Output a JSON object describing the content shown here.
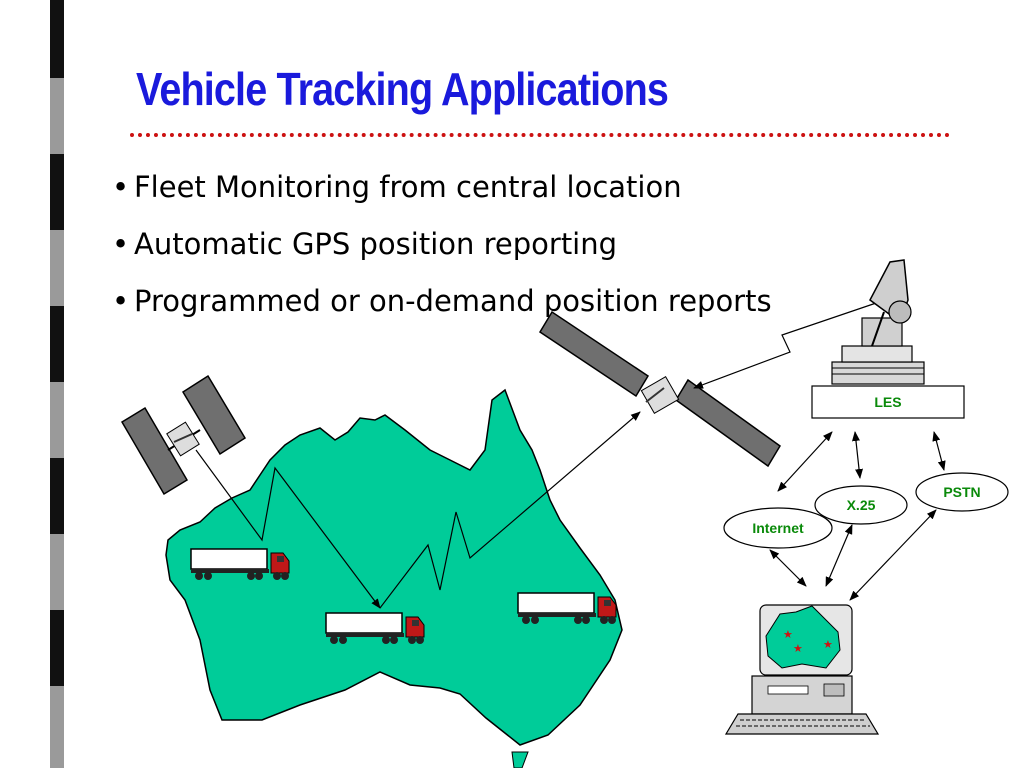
{
  "slide": {
    "title": "Vehicle Tracking Applications",
    "bullets": [
      "Fleet Monitoring from central location",
      "Automatic GPS position reporting",
      "Programmed or on-demand position reports"
    ]
  },
  "diagram": {
    "les_label": "LES",
    "network_labels": [
      "Internet",
      "X.25",
      "PSTN"
    ]
  },
  "colors": {
    "title": "#1a1adc",
    "rule": "#cc1111",
    "map": "#00cc99",
    "label_text": "#0a8a0a"
  }
}
